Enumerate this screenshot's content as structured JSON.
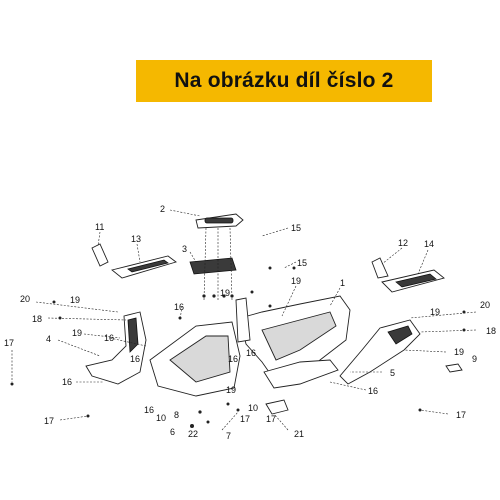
{
  "banner": {
    "text": "Na obrázku díl číslo 2",
    "color": "#f5b800"
  },
  "callouts": [
    {
      "id": "c2",
      "text": "2"
    },
    {
      "id": "c15a",
      "text": "15"
    },
    {
      "id": "c11",
      "text": "11"
    },
    {
      "id": "c13",
      "text": "13"
    },
    {
      "id": "c3",
      "text": "3"
    },
    {
      "id": "c15b",
      "text": "15"
    },
    {
      "id": "c19a",
      "text": "19"
    },
    {
      "id": "c1",
      "text": "1"
    },
    {
      "id": "c12",
      "text": "12"
    },
    {
      "id": "c14",
      "text": "14"
    },
    {
      "id": "c20a",
      "text": "20"
    },
    {
      "id": "c19b",
      "text": "19"
    },
    {
      "id": "c18a",
      "text": "18"
    },
    {
      "id": "c16a",
      "text": "16"
    },
    {
      "id": "c19c",
      "text": "19"
    },
    {
      "id": "c4",
      "text": "4"
    },
    {
      "id": "c19d",
      "text": "19"
    },
    {
      "id": "c16b",
      "text": "16"
    },
    {
      "id": "c16c",
      "text": "16"
    },
    {
      "id": "c16d",
      "text": "16"
    },
    {
      "id": "c16e",
      "text": "16"
    },
    {
      "id": "c17a",
      "text": "17"
    },
    {
      "id": "c16f",
      "text": "16"
    },
    {
      "id": "c19e",
      "text": "19"
    },
    {
      "id": "c17b",
      "text": "17"
    },
    {
      "id": "c20b",
      "text": "20"
    },
    {
      "id": "c19f",
      "text": "19"
    },
    {
      "id": "c18b",
      "text": "18"
    },
    {
      "id": "c19g",
      "text": "19"
    },
    {
      "id": "c9",
      "text": "9"
    },
    {
      "id": "c5",
      "text": "5"
    },
    {
      "id": "c16g",
      "text": "16"
    },
    {
      "id": "c16h",
      "text": "16"
    },
    {
      "id": "c8",
      "text": "8"
    },
    {
      "id": "c10a",
      "text": "10"
    },
    {
      "id": "c10b",
      "text": "10"
    },
    {
      "id": "c17c",
      "text": "17"
    },
    {
      "id": "c17d",
      "text": "17"
    },
    {
      "id": "c6",
      "text": "6"
    },
    {
      "id": "c22",
      "text": "22"
    },
    {
      "id": "c7",
      "text": "7"
    },
    {
      "id": "c21",
      "text": "21"
    },
    {
      "id": "c17e",
      "text": "17"
    }
  ]
}
